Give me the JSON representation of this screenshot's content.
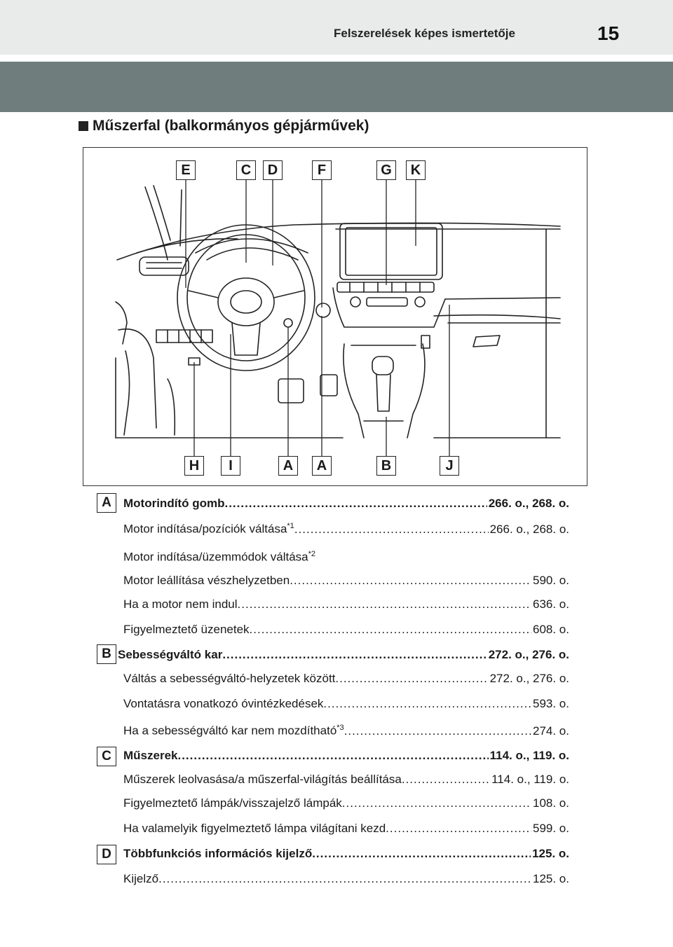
{
  "header": {
    "title": "Felszerelések képes ismertetője",
    "page_number": "15"
  },
  "section": {
    "heading": "Műszerfal (balkormányos gépjárművek)"
  },
  "figure": {
    "callouts_top": [
      "E",
      "C",
      "D",
      "F",
      "G",
      "K"
    ],
    "callouts_bottom": [
      "H",
      "I",
      "A",
      "A",
      "B",
      "J"
    ]
  },
  "entries": [
    {
      "badge": "A",
      "title": "Motorindító gomb",
      "title_ref": "266. o., 268. o.",
      "items": [
        {
          "label": "Motor indítása/pozíciók váltása",
          "sup": "*1",
          "ref": "266. o., 268. o."
        },
        {
          "label": "Motor indítása/üzemmódok váltása",
          "sup": "*2",
          "ref": ""
        },
        {
          "label": "Motor leállítása vészhelyzetben",
          "sup": "",
          "ref": "590. o."
        },
        {
          "label": "Ha a motor nem indul",
          "sup": "",
          "ref": "636. o."
        },
        {
          "label": "Figyelmeztető üzenetek",
          "sup": "",
          "ref": "608. o."
        }
      ]
    },
    {
      "badge": "B",
      "title": "Sebességváltó kar",
      "title_ref": "272. o., 276. o.",
      "items": [
        {
          "label": "Váltás a sebességváltó-helyzetek között",
          "sup": "",
          "ref": "272. o., 276. o."
        },
        {
          "label": "Vontatásra vonatkozó óvintézkedések",
          "sup": "",
          "ref": "593. o."
        },
        {
          "label": "Ha a sebességváltó kar nem mozdítható",
          "sup": "*3",
          "ref": "274. o."
        }
      ]
    },
    {
      "badge": "C",
      "title": "Műszerek",
      "title_ref": "114. o., 119. o.",
      "items": [
        {
          "label": "Műszerek leolvasása/a műszerfal-világítás beállítása",
          "sup": "",
          "ref": "114. o., 119. o."
        },
        {
          "label": "Figyelmeztető lámpák/visszajelző lámpák",
          "sup": "",
          "ref": "108. o."
        },
        {
          "label": "Ha valamelyik figyelmeztető lámpa világítani kezd",
          "sup": "",
          "ref": "599. o."
        }
      ]
    },
    {
      "badge": "D",
      "title": "Többfunkciós információs kijelző",
      "title_ref": "125. o.",
      "items": [
        {
          "label": "Kijelző",
          "sup": "",
          "ref": "125. o."
        }
      ]
    }
  ]
}
